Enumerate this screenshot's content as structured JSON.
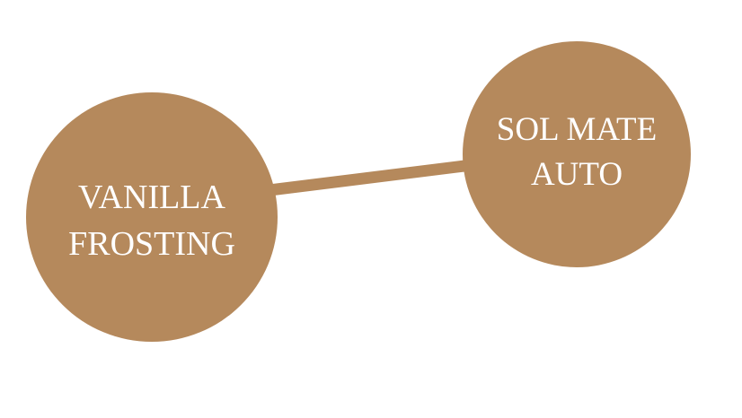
{
  "colors": {
    "background": "#ffffff",
    "node_fill": "#b5895c",
    "connector": "#b5895c",
    "text": "#ffffff"
  },
  "diagram": {
    "nodes": [
      {
        "id": "vanilla-frosting",
        "lines": [
          "VANILLA",
          "FROSTING"
        ]
      },
      {
        "id": "sol-mate-auto",
        "lines": [
          "SOL MATE",
          "AUTO"
        ]
      }
    ],
    "edges": [
      {
        "from": "vanilla-frosting",
        "to": "sol-mate-auto"
      }
    ]
  }
}
